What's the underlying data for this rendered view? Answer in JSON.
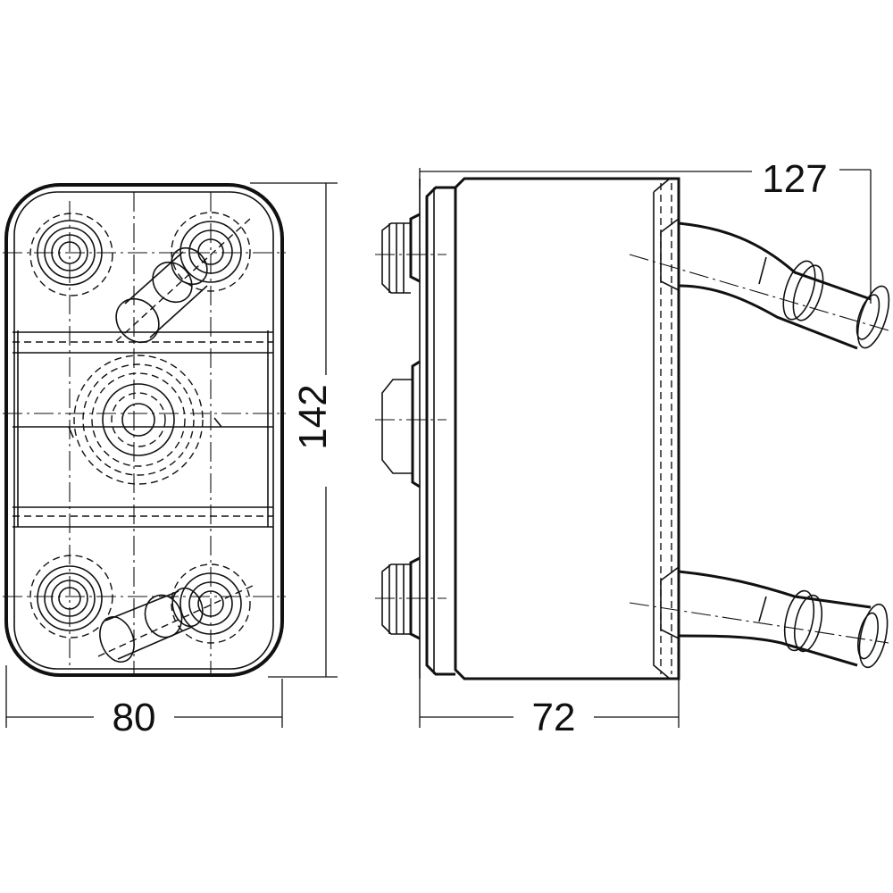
{
  "dimensions": {
    "width": "80",
    "height": "142",
    "depth": "72",
    "overall": "127"
  },
  "colors": {
    "line": "#111111",
    "background": "#ffffff"
  }
}
